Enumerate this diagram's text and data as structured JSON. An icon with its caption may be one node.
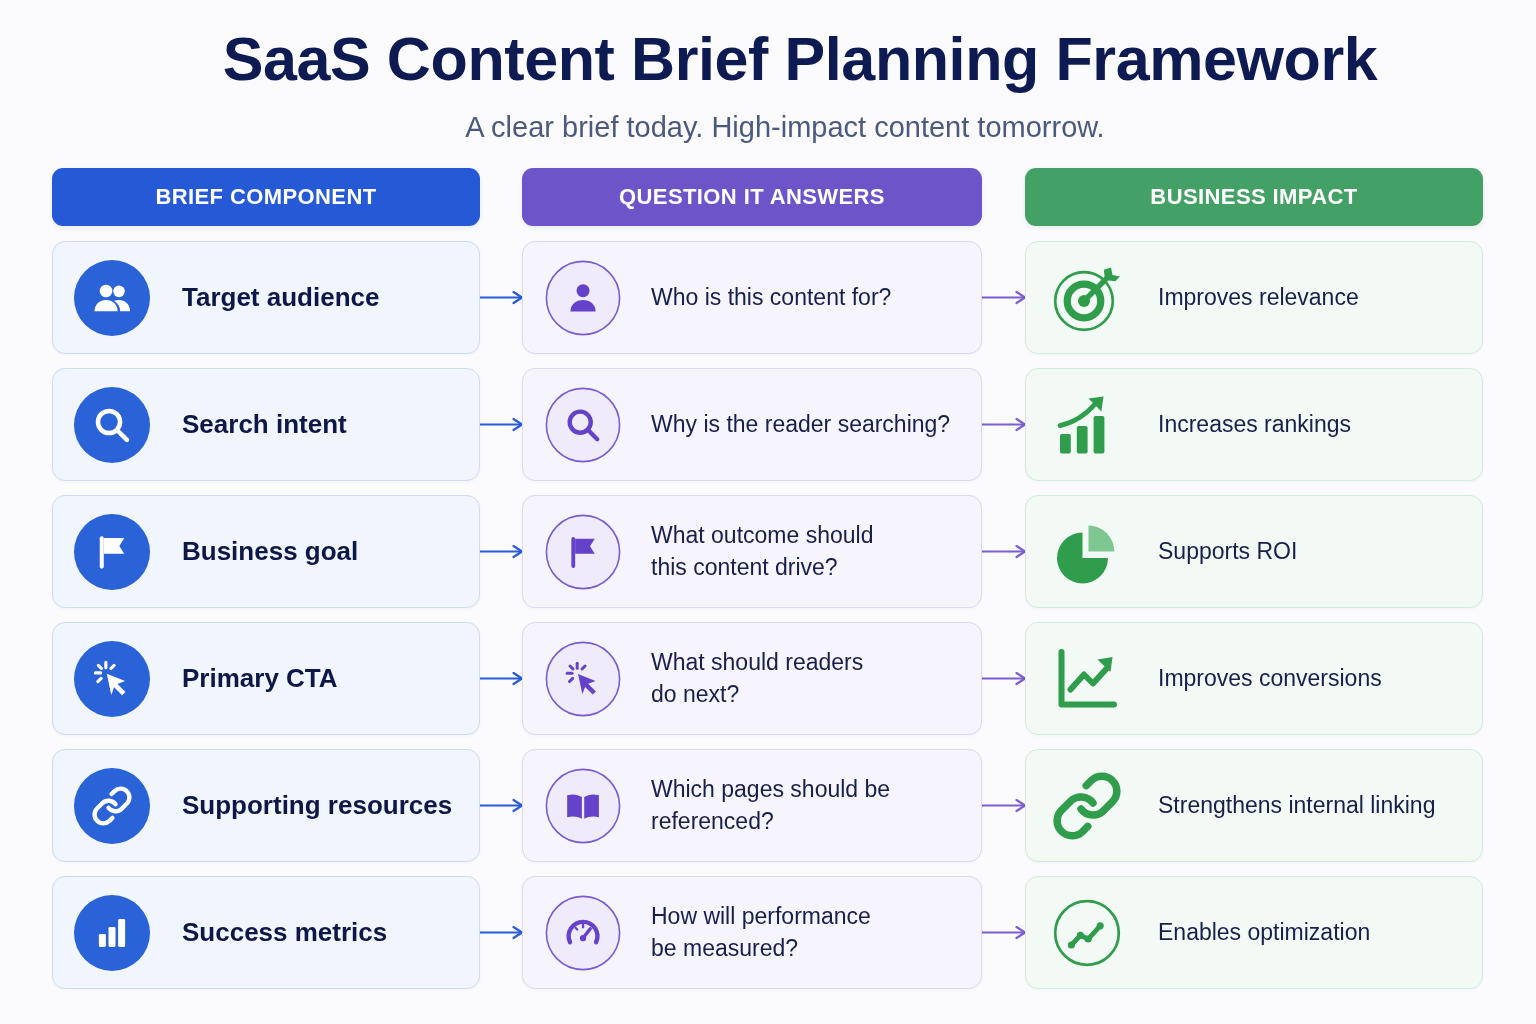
{
  "diagram": {
    "title": "SaaS Content Brief Planning Framework",
    "nodes": [
      {
        "text": [
          "BRIEF COMPONENT"
        ]
      },
      {
        "text": [
          "QUESTION IT ANSWERS"
        ]
      },
      {
        "text": [
          "BUSINESS IMPACT"
        ]
      },
      {
        "text": [
          "Target audience"
        ]
      },
      {
        "text": [
          "Who is this content for?"
        ]
      },
      {
        "text": [
          "Improves relevance"
        ]
      },
      {
        "text": [
          "Search intent"
        ]
      },
      {
        "text": [
          "Why is the reader searching?"
        ]
      },
      {
        "text": [
          "Increases rankings"
        ]
      },
      {
        "text": [
          "Business goal"
        ]
      },
      {
        "text": [
          "What outcome should this content drive?"
        ]
      },
      {
        "text": [
          "Supports ROI"
        ]
      },
      {
        "text": [
          "Primary CTA"
        ]
      },
      {
        "text": [
          "What should readers do next?"
        ]
      },
      {
        "text": [
          "Improves conversions"
        ]
      },
      {
        "text": [
          "Supporting resources"
        ]
      },
      {
        "text": [
          "Which pages should be referenced?"
        ]
      },
      {
        "text": [
          "Strengthens internal linking"
        ]
      },
      {
        "text": [
          "Success metrics"
        ]
      },
      {
        "text": [
          "How will performance be measured?"
        ]
      },
      {
        "text": [
          "Enables optimization"
        ]
      }
    ],
    "edges": [
      {
        "from": 3,
        "to": 4,
        "arrow": "to",
        "color": "#2a5bd7"
      },
      {
        "from": 4,
        "to": 5,
        "arrow": "to",
        "color": "#7b5fd1"
      },
      {
        "from": 6,
        "to": 7,
        "arrow": "to",
        "color": "#2a5bd7"
      },
      {
        "from": 7,
        "to": 8,
        "arrow": "to",
        "color": "#7b5fd1"
      },
      {
        "from": 9,
        "to": 10,
        "arrow": "to",
        "color": "#2a5bd7"
      },
      {
        "from": 10,
        "to": 11,
        "arrow": "to",
        "color": "#7b5fd1"
      },
      {
        "from": 12,
        "to": 13,
        "arrow": "to",
        "color": "#2a5bd7"
      },
      {
        "from": 13,
        "to": 14,
        "arrow": "to",
        "color": "#7b5fd1"
      },
      {
        "from": 15,
        "to": 16,
        "arrow": "to",
        "color": "#2a5bd7"
      },
      {
        "from": 16,
        "to": 17,
        "arrow": "to",
        "color": "#7b5fd1"
      },
      {
        "from": 18,
        "to": 19,
        "arrow": "to",
        "color": "#2a5bd7"
      },
      {
        "from": 19,
        "to": 20,
        "arrow": "to",
        "color": "#7b5fd1"
      }
    ],
    "labels": [
      "A clear brief today. High-impact content tomorrow."
    ]
  }
}
